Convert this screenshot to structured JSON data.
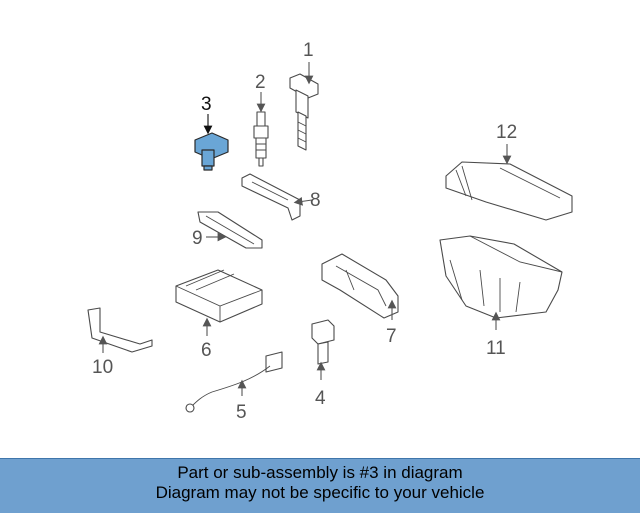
{
  "callouts": [
    {
      "id": "1",
      "label": "1"
    },
    {
      "id": "2",
      "label": "2"
    },
    {
      "id": "3",
      "label": "3"
    },
    {
      "id": "4",
      "label": "4"
    },
    {
      "id": "5",
      "label": "5"
    },
    {
      "id": "6",
      "label": "6"
    },
    {
      "id": "7",
      "label": "7"
    },
    {
      "id": "8",
      "label": "8"
    },
    {
      "id": "9",
      "label": "9"
    },
    {
      "id": "10",
      "label": "10"
    },
    {
      "id": "11",
      "label": "11"
    },
    {
      "id": "12",
      "label": "12"
    }
  ],
  "highlight_color": "#6aa6d6",
  "banner": {
    "line1": "Part or sub-assembly is #3 in diagram",
    "line2": "Diagram may not be specific to your vehicle",
    "color": "#6fa0cf"
  }
}
